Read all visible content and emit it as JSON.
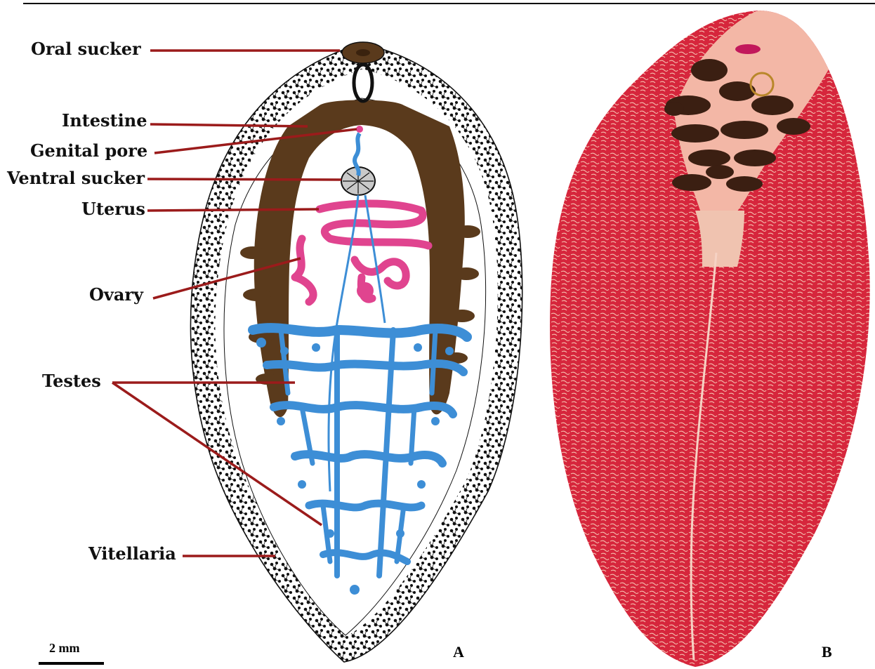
{
  "panels": {
    "a_letter": "A",
    "b_letter": "B"
  },
  "labels": {
    "oral_sucker": "Oral sucker",
    "intestine": "Intestine",
    "genital_pore": "Genital pore",
    "ventral_sucker": "Ventral sucker",
    "uterus": "Uterus",
    "ovary": "Ovary",
    "testes": "Testes",
    "vitellaria": "Vitellaria"
  },
  "scale_bar": {
    "text": "2 mm"
  },
  "colors": {
    "leader_line": "#9b1b1b",
    "intestine": "#5a3a1c",
    "uterus": "#e0448f",
    "testes": "#3d8ed6",
    "vitellaria": "#111111",
    "specimen_red": "#d8253a",
    "specimen_pale": "#f3b7a6",
    "specimen_brown": "#3b1f12"
  }
}
